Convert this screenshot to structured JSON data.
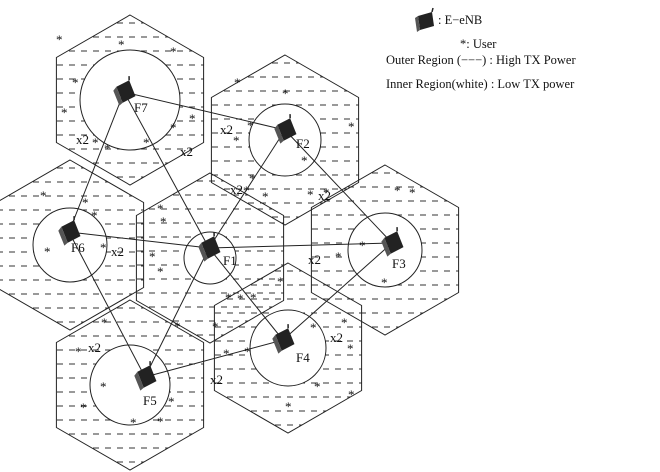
{
  "legend": {
    "enb_label": ": E−eNB",
    "user_label": "*: User",
    "outer_region": "Outer Region (−−−) : High TX Power",
    "inner_region": "Inner Region(white) : Low TX power"
  },
  "cells": [
    {
      "id": "F1",
      "label": "F1"
    },
    {
      "id": "F2",
      "label": "F2"
    },
    {
      "id": "F3",
      "label": "F3"
    },
    {
      "id": "F4",
      "label": "F4"
    },
    {
      "id": "F5",
      "label": "F5"
    },
    {
      "id": "F6",
      "label": "F6"
    },
    {
      "id": "F7",
      "label": "F7"
    }
  ],
  "links": [
    {
      "from": "F7",
      "to": "F2",
      "label": "x2"
    },
    {
      "from": "F2",
      "to": "F1",
      "label": "x2"
    },
    {
      "from": "F2",
      "to": "F3",
      "label": "x2"
    },
    {
      "from": "F1",
      "to": "F3",
      "label": "x2"
    },
    {
      "from": "F6",
      "to": "F1",
      "label": "x2"
    },
    {
      "from": "F5",
      "to": "F4",
      "label": "x2"
    },
    {
      "from": "F4",
      "to": "F3",
      "label": "x2"
    },
    {
      "from": "F7",
      "to": "F1",
      "label": ""
    },
    {
      "from": "F7",
      "to": "F6",
      "label": ""
    },
    {
      "from": "F6",
      "to": "F5",
      "label": ""
    },
    {
      "from": "F1",
      "to": "F4",
      "label": ""
    },
    {
      "from": "F1",
      "to": "F5",
      "label": ""
    }
  ],
  "extra_labels": [
    "x2",
    "x2",
    "x2"
  ],
  "user_symbol": "*"
}
